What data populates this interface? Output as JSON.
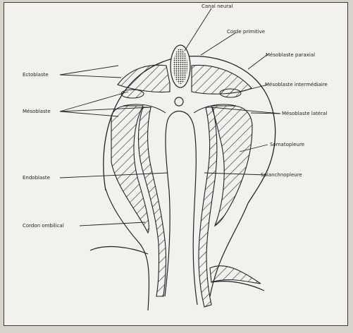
{
  "labels": {
    "canal_neural": "Canal neural",
    "corde_primitive": "Corde primitive",
    "mesoblaste_paraxial": "Mésoblaste paraxial",
    "ectoblaste": "Ectoblaste",
    "mesoblaste_intermediaire": "Mésoblaste intermédiaire",
    "mesoblaste": "Mésoblaste",
    "mesoblaste_lateral": "Mésoblaste latéral",
    "somatopleure": "Somatopleure",
    "endoblaste": "Endoblaste",
    "splanchnopleure": "Splanchnopleure",
    "cordon_ombilical": "Cordon ombilical"
  },
  "colors": {
    "background": "#d7d3cb",
    "panel": "#f2f1ed",
    "ink": "#222222"
  }
}
